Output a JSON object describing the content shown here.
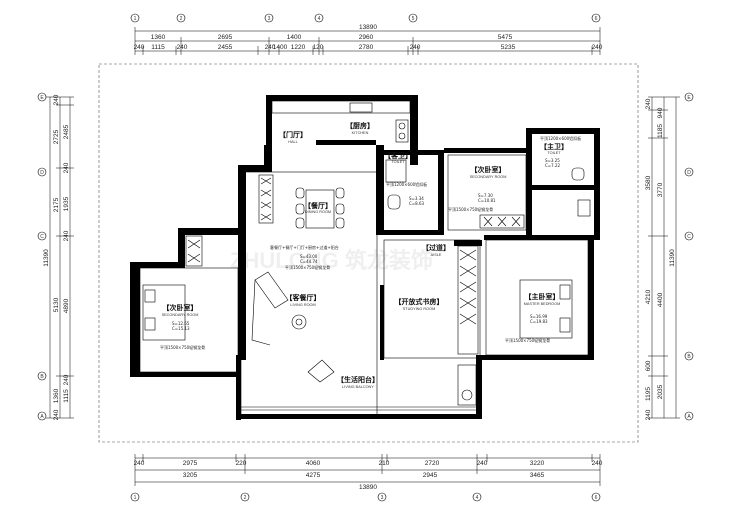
{
  "dims": {
    "top_total": "13890",
    "top_row1": [
      "1360",
      "2695",
      "1400",
      "2960",
      "5475"
    ],
    "top_row2": [
      "240",
      "1115",
      "240",
      "2455",
      "240",
      "1400",
      "1220",
      "120",
      "2780",
      "240",
      "5235",
      "240"
    ],
    "bottom_total": "13890",
    "bottom_row1": [
      "240",
      "2975",
      "220",
      "4060",
      "210",
      "2720",
      "240",
      "3220",
      "240"
    ],
    "bottom_row2": [
      "3205",
      "4275",
      "2945",
      "3465"
    ],
    "left_total": "11390",
    "left_row1": [
      "240",
      "2725",
      "2175",
      "5130",
      "1360",
      "240"
    ],
    "left_row2": [
      "2485",
      "240",
      "1935",
      "240",
      "4890",
      "240",
      "1115"
    ],
    "right_total": "11390",
    "right_row1": [
      "940",
      "1185",
      "3770",
      "4400",
      "2035"
    ],
    "right_row2": [
      "240",
      "3580",
      "4210",
      "600",
      "1195",
      "240"
    ],
    "axis_top": [
      "1",
      "2",
      "3",
      "4",
      "5",
      "6"
    ],
    "axis_side": [
      "E",
      "D",
      "C",
      "B",
      "A"
    ]
  },
  "rooms": {
    "kitchen": {
      "cn": "【厨房】",
      "en": "KITCHEN"
    },
    "hall": {
      "cn": "【门厅】",
      "en": "HALL"
    },
    "dining": {
      "cn": "【餐厅】",
      "en": "DINING ROOM"
    },
    "toilet1": {
      "cn": "【客卫】",
      "en": "TOILET",
      "area": "S=3.34",
      "perim": "C=8.63",
      "ceil": "平顶1200×600铝扣板"
    },
    "bed2": {
      "cn": "【次卧室】",
      "en": "SECONDARY ROOM",
      "area": "S=7.30",
      "perim": "C=10.81",
      "ceil": "平顶1500×750轻钢龙骨"
    },
    "toilet2": {
      "cn": "【主卫】",
      "en": "TOILET",
      "area": "S=3.25",
      "perim": "C=7.22",
      "ceil": "平顶1200×600铝扣板"
    },
    "corridor": {
      "cn": "【过道】",
      "en": "AISLE"
    },
    "living": {
      "cn": "【客餐厅】",
      "en": "LIVING ROOM",
      "area": "S=43.00",
      "perim": "C=44.74",
      "ceil": "平顶1500×750轻钢龙骨",
      "note": "客餐厅+餐厅+门厅+厨房+过道+阳台"
    },
    "study": {
      "cn": "【开放式书房】",
      "en": "STUDYING ROOM"
    },
    "bed3": {
      "cn": "【次卧室】",
      "en": "SECONDARY ROOM",
      "area": "S=12.65",
      "perim": "C=15.13",
      "ceil": "平顶1500×750轻钢龙骨"
    },
    "master": {
      "cn": "【主卧室】",
      "en": "MASTER BEDROOM",
      "area": "S=16.99",
      "perim": "C=19.83",
      "ceil": "平顶1500×750轻钢龙骨"
    },
    "balcony": {
      "cn": "【生活阳台】",
      "en": "LIVING BALCONY"
    }
  },
  "watermark": "ZHULONG 筑龙装饰"
}
